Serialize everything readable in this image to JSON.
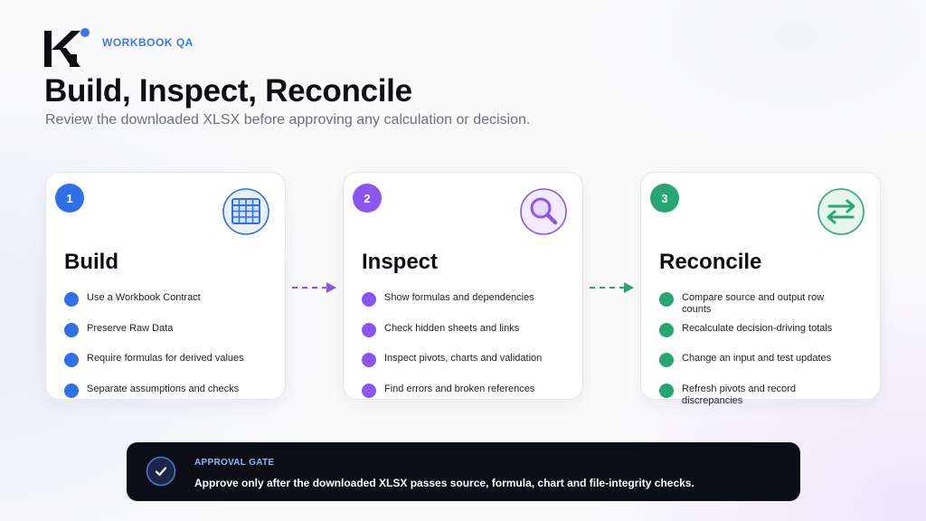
{
  "header": {
    "eyebrow": "WORKBOOK QA",
    "title": "Build, Inspect, Reconcile",
    "subtitle": "Review the downloaded XLSX before approving any calculation or decision."
  },
  "colors": {
    "step1": "#2f6fe8",
    "step2": "#8b55f0",
    "step3": "#25a672",
    "gate_label": "#8fb4ff"
  },
  "steps": [
    {
      "number": "1",
      "title": "Build",
      "icon": "table-icon",
      "items": [
        "Use a Workbook Contract",
        "Preserve Raw Data",
        "Require formulas for derived values",
        "Separate assumptions and checks"
      ]
    },
    {
      "number": "2",
      "title": "Inspect",
      "icon": "magnifier-icon",
      "items": [
        "Show formulas and dependencies",
        "Check hidden sheets and links",
        "Inspect pivots, charts and validation",
        "Find errors and broken references"
      ]
    },
    {
      "number": "3",
      "title": "Reconcile",
      "icon": "swap-arrows-icon",
      "items": [
        "Compare source and output row counts",
        "Recalculate decision-driving totals",
        "Change an input and test updates",
        "Refresh pivots and record discrepancies"
      ]
    }
  ],
  "gate": {
    "label": "APPROVAL GATE",
    "text": "Approve only after the downloaded XLSX passes source, formula, chart and file-integrity checks.",
    "icon": "checkmark-icon"
  }
}
